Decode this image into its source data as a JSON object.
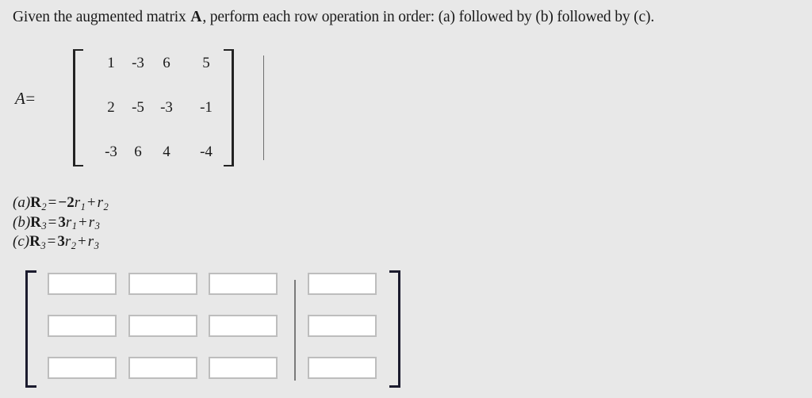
{
  "page": {
    "background_color": "#e8e8e8",
    "text_color": "#1a1a1a"
  },
  "prompt": {
    "before_matrix": "Given the augmented matrix ",
    "matrix_symbol": "A",
    "after_matrix": ", perform each row operation in order: (a) followed by (b) followed by (c)."
  },
  "matrix": {
    "label": "A",
    "equals": "=",
    "rows": [
      [
        "1",
        "-3",
        "6",
        "5"
      ],
      [
        "2",
        "-5",
        "-3",
        "-1"
      ],
      [
        "-3",
        "6",
        "4",
        "-4"
      ]
    ],
    "augmented_divider": true,
    "coefficient_columns": 3,
    "constant_columns": 1
  },
  "operations": [
    {
      "tag": "(a)",
      "target": "R",
      "target_sub": "2",
      "equals": "=",
      "coefficient": "−2",
      "source": "r",
      "source_sub": "1",
      "plus": "+",
      "addend": "r",
      "addend_sub": "2",
      "text": "(a)R2 = −2r1 + r2"
    },
    {
      "tag": "(b)",
      "target": "R",
      "target_sub": "3",
      "equals": "=",
      "coefficient": "3",
      "source": "r",
      "source_sub": "1",
      "plus": "+",
      "addend": "r",
      "addend_sub": "3",
      "text": "(b)R3 = 3r1 + r3"
    },
    {
      "tag": "(c)",
      "target": "R",
      "target_sub": "3",
      "equals": "=",
      "coefficient": "3",
      "source": "r",
      "source_sub": "2",
      "plus": "+",
      "addend": "r",
      "addend_sub": "3",
      "text": "(c)R3 = 3r2 + r3"
    }
  ],
  "answer_grid": {
    "rows": 3,
    "columns": 4,
    "augmented_divider": true,
    "cells": [
      [
        {
          "value": "",
          "placeholder": ""
        },
        {
          "value": "",
          "placeholder": ""
        },
        {
          "value": "",
          "placeholder": ""
        },
        {
          "value": "",
          "placeholder": ""
        }
      ],
      [
        {
          "value": "",
          "placeholder": ""
        },
        {
          "value": "",
          "placeholder": ""
        },
        {
          "value": "",
          "placeholder": ""
        },
        {
          "value": "",
          "placeholder": ""
        }
      ],
      [
        {
          "value": "",
          "placeholder": ""
        },
        {
          "value": "",
          "placeholder": ""
        },
        {
          "value": "",
          "placeholder": ""
        },
        {
          "value": "",
          "placeholder": ""
        }
      ]
    ]
  }
}
